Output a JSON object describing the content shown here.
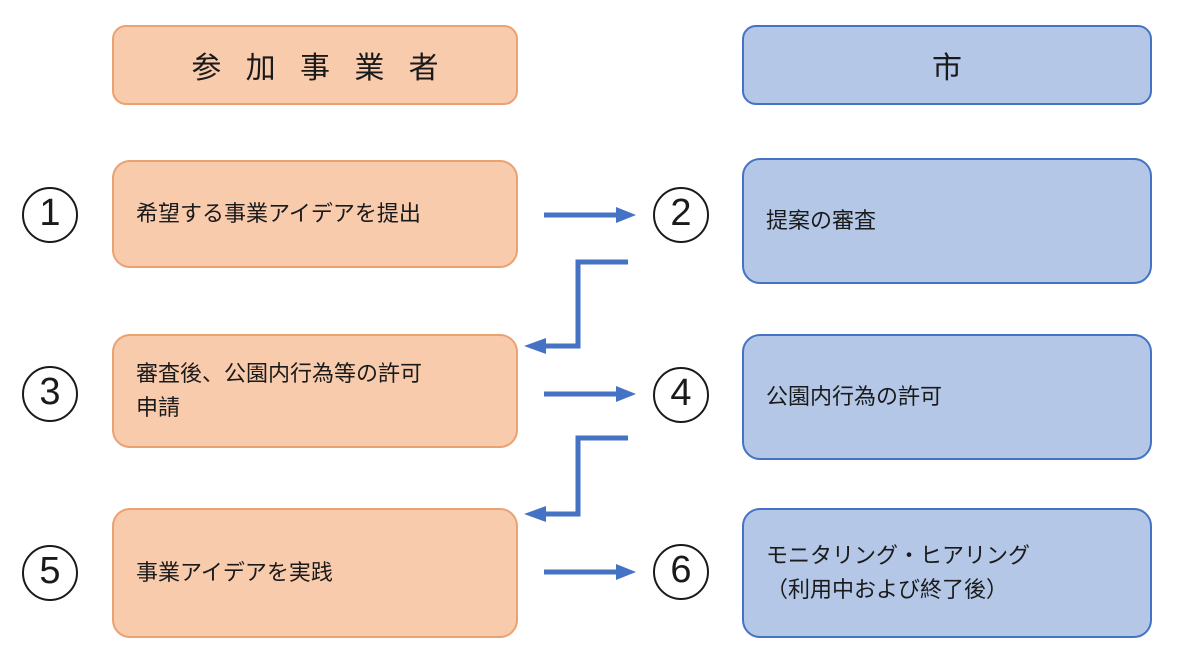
{
  "diagram": {
    "title_implicit": "park business idea application flow",
    "headers": {
      "left": "参 加 事 業 者",
      "right": "市"
    },
    "steps": [
      {
        "num": "1",
        "actor": "participant",
        "text": "希望する事業アイデアを提出"
      },
      {
        "num": "2",
        "actor": "city",
        "text": "提案の審査"
      },
      {
        "num": "3",
        "actor": "participant",
        "text": "審査後、公園内行為等の許可\n申請"
      },
      {
        "num": "4",
        "actor": "city",
        "text": "公園内行為の許可"
      },
      {
        "num": "5",
        "actor": "participant",
        "text": "事業アイデアを実践"
      },
      {
        "num": "6",
        "actor": "city",
        "text": "モニタリング・ヒアリング\n（利用中および終了後）"
      }
    ],
    "flow": [
      "1→2",
      "2→3",
      "3→4",
      "4→5",
      "5→6"
    ]
  },
  "colors": {
    "orange_fill": "#F8CBAD",
    "orange_border": "#EBA170",
    "blue_fill": "#B4C7E7",
    "blue_border": "#4472C4",
    "arrow_color": "#4472C4",
    "circle_border": "#1A1A1A",
    "text_color": "#1A1A1A"
  }
}
